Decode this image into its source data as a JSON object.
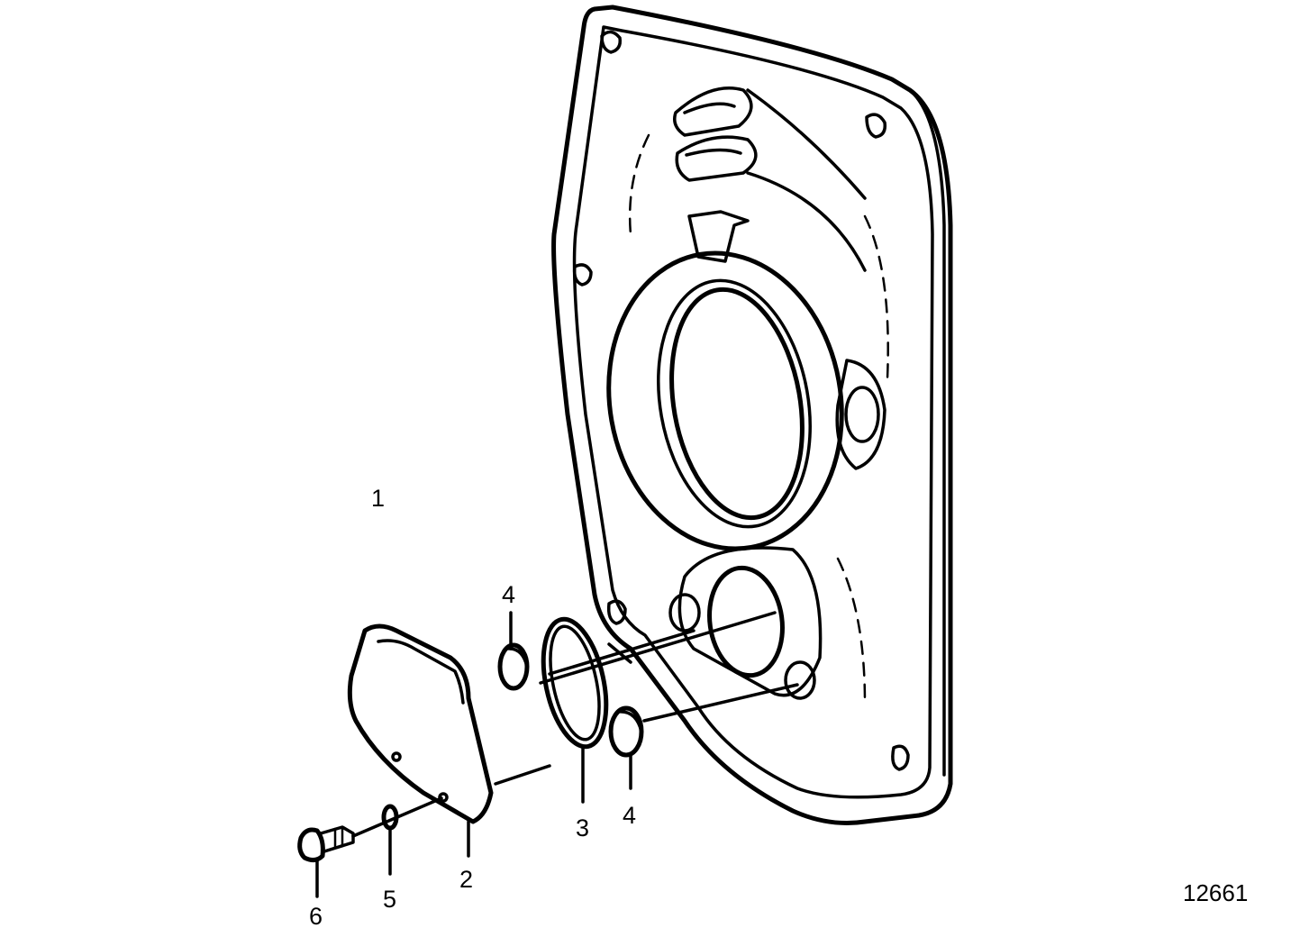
{
  "labels": {
    "part_1": "1",
    "part_2": "2",
    "part_3": "3",
    "part_4_left": "4",
    "part_4_right": "4",
    "part_5": "5",
    "part_6": "6"
  },
  "reference_number": "12661",
  "parts": [
    "timing-cover-plate",
    "cover-plate",
    "o-ring",
    "plug",
    "washer",
    "bolt"
  ]
}
